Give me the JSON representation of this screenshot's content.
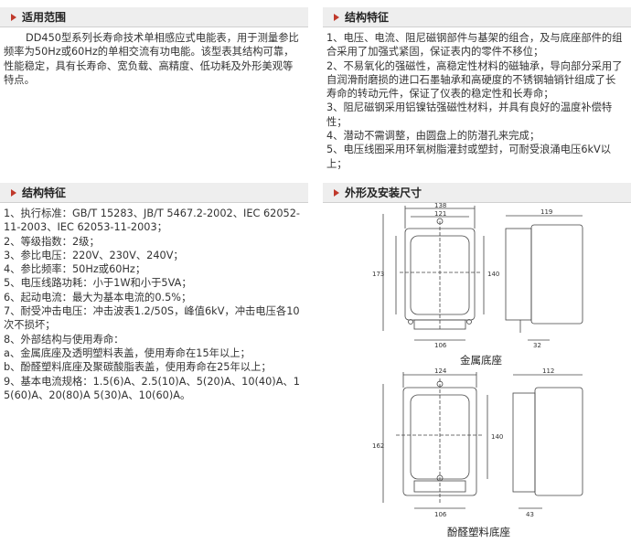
{
  "applicable": {
    "title": "适用范围",
    "body": "DD450型系列长寿命技术单相感应式电能表，用于测量参比频率为50Hz或60Hz的单相交流有功电能。该型表其结构可靠，性能稳定，具有长寿命、宽负载、高精度、低功耗及外形美观等特点。"
  },
  "structure_top": {
    "title": "结构特征",
    "items": [
      "1、电压、电流、阻尼磁钢部件与基架的组合，及与底座部件的组合采用了加强式紧固，保证表内的零件不移位；",
      "2、不易氧化的强磁性，高稳定性材料的磁轴承，导向部分采用了自润滑耐磨损的进口石墨轴承和高硬度的不锈钢轴销针组成了长寿命的转动元件，保证了仪表的稳定性和长寿命；",
      "3、阻尼磁钢采用铝镍钴强磁性材料，并具有良好的温度补偿特性；",
      "4、潜动不需调整，由圆盘上的防潜孔来完成；",
      "5、电压线圈采用环氧树脂灌封或塑封，可耐受浪涌电压6kV以上；"
    ]
  },
  "structure_bottom": {
    "title": "结构特征",
    "items": [
      "1、执行标准：GB/T 15283、JB/T 5467.2-2002、IEC 62052-11-2003、IEC 62053-11-2003；",
      "2、等级指数：2级；",
      "3、参比电压：220V、230V、240V；",
      "4、参比频率：50Hz或60Hz；",
      "5、电压线路功耗：小于1W和小于5VA；",
      "6、起动电流：最大为基本电流的0.5%；",
      "7、耐受冲击电压：冲击波表1.2/50S，峰值6kV，冲击电压各10次不损坏；",
      "8、外部结构与使用寿命：",
      "a、金属底座及透明塑料表盖，使用寿命在15年以上；",
      "b、酚醛塑料底座及聚碳酸脂表盖，使用寿命在25年以上；",
      "9、基本电流规格：1.5(6)A、2.5(10)A、5(20)A、10(40)A、15(60)A、20(80)A 5(30)A、10(60)A。"
    ]
  },
  "dimensions": {
    "title": "外形及安装尺寸",
    "metal": {
      "caption": "金属底座",
      "width_outer": "138",
      "width_inner": "121",
      "height_total": "173",
      "height_inner": "140",
      "bottom_width": "106",
      "depth": "119",
      "side_bottom": "32"
    },
    "plastic": {
      "caption": "酚醛塑料底座",
      "width_outer": "124",
      "height_total": "162",
      "height_inner": "140",
      "bottom_width": "106",
      "depth": "112",
      "side_bottom": "43"
    }
  }
}
